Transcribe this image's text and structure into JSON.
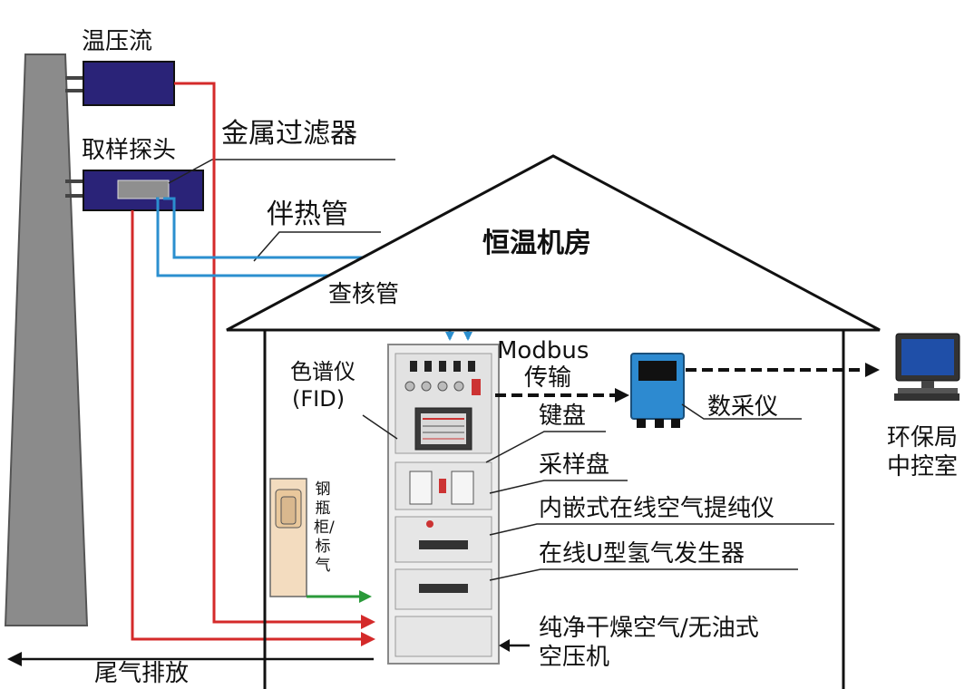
{
  "source": {
    "temp_press_flow": "温压流",
    "probe": "取样探头",
    "metal_filter": "金属过滤器",
    "heat_trace": "伴热管",
    "check_pipe": "查核管"
  },
  "room": {
    "title": "恒温机房"
  },
  "analyzer": {
    "gc": "色谱仪",
    "gc_detector": "(FID)",
    "keyboard": "键盘",
    "sampling_panel": "采样盘",
    "air_purifier": "内嵌式在线空气提纯仪",
    "h2_generator": "在线U型氢气发生器",
    "compressor_line1": "纯净干燥空气/无油式",
    "compressor_line2": "空压机"
  },
  "cylinder": {
    "label": "钢瓶柜/标气"
  },
  "link": {
    "protocol": "Modbus",
    "transfer": "传输"
  },
  "dau": {
    "label": "数采仪"
  },
  "epb": {
    "line1": "环保局",
    "line2": "中控室"
  },
  "exhaust": {
    "label": "尾气排放"
  },
  "colors": {
    "box": "#2a2378",
    "red": "#d42a2a",
    "blue": "#2b8fcf",
    "green": "#2a9a3a",
    "chimney": "#8b8b8b"
  }
}
